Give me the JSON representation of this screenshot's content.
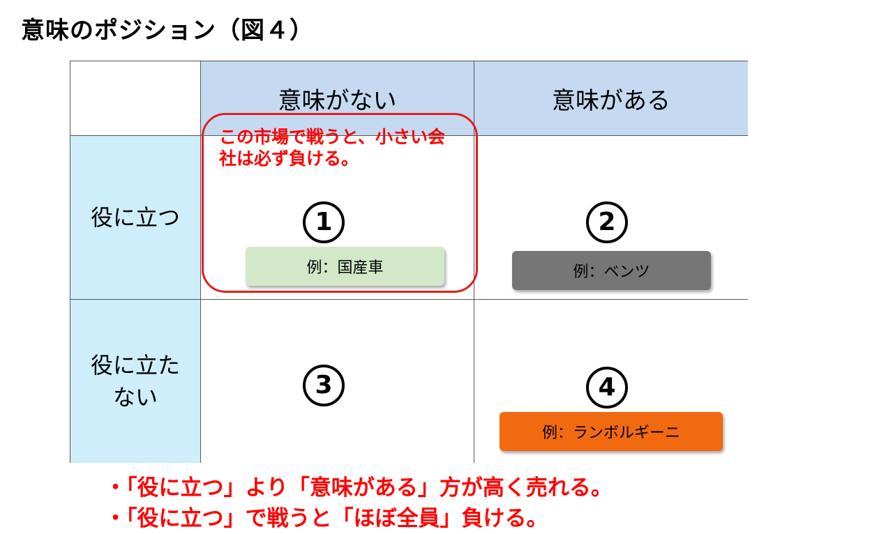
{
  "title": "意味のポジション（図４）",
  "matrix": {
    "col_headers": [
      "意味がない",
      "意味がある"
    ],
    "row_headers": [
      "役に立つ",
      "役に立た\nない"
    ],
    "cells": [
      {
        "number": "1",
        "example": "例：国産車",
        "example_color": "#d2e8c8"
      },
      {
        "number": "2",
        "example": "例：ベンツ",
        "example_color": "#767676"
      },
      {
        "number": "3",
        "example": ""
      },
      {
        "number": "4",
        "example": "例：ランボルギーニ",
        "example_color": "#f26a10"
      }
    ],
    "highlight_color": "#e31c23"
  },
  "callout": "この市場で戦うと、小さい会社は必ず負ける。",
  "bullets": [
    "・「役に立つ」より「意味がある」方が高く売れる。",
    "・「役に立つ」で戦うと「ほぼ全員」負ける。"
  ],
  "colors": {
    "col_header_bg": "#c5d9f1",
    "row_header_bg": "#cdeefa",
    "emphasis": "#ff0000"
  }
}
